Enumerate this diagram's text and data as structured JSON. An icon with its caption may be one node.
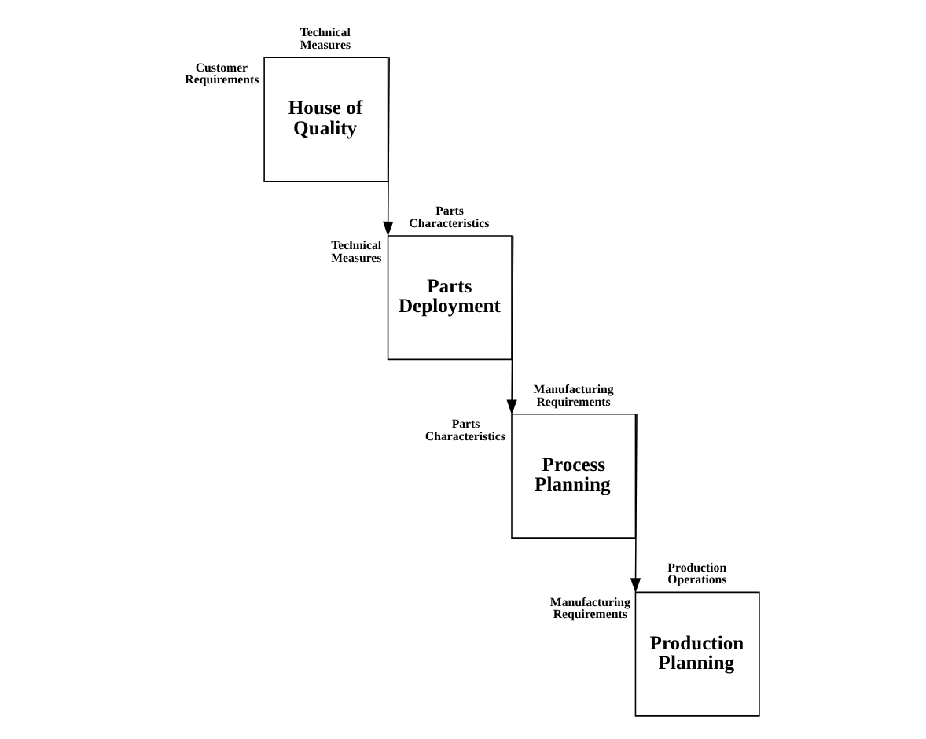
{
  "diagram": {
    "nodes": [
      {
        "text": [
          "House of Quality"
        ],
        "beside": [
          "Technical Measures",
          "Customer Requirements"
        ]
      },
      {
        "text": [
          "Parts Deployment"
        ],
        "beside": [
          "Parts Characteristics",
          "Technical Measures"
        ]
      },
      {
        "text": [
          "Process Planning"
        ],
        "beside": [
          "Manufacturing Requirements",
          "Parts Characteristics"
        ]
      },
      {
        "text": [
          "Production Planning"
        ],
        "beside": [
          "Production Operations",
          "Manufacturing Requirements"
        ]
      }
    ],
    "edges": [
      {
        "from": 0,
        "to": 1,
        "arrow": "to"
      },
      {
        "from": 1,
        "to": 2,
        "arrow": "to"
      },
      {
        "from": 2,
        "to": 3,
        "arrow": "to"
      }
    ]
  }
}
